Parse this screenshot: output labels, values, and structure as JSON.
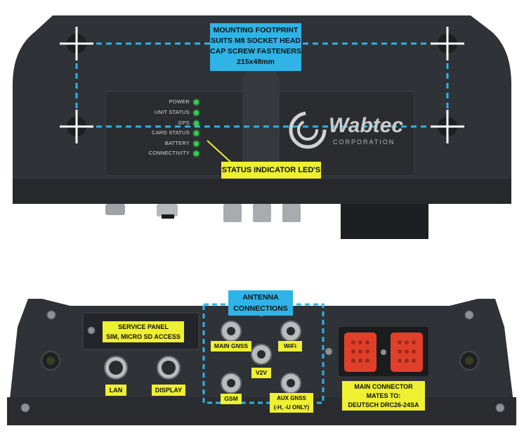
{
  "top_view": {
    "mounting_callout": [
      "MOUNTING FOOTPRINT",
      "SUITS M8 SOCKET HEAD",
      "CAP SCREW FASTENERS",
      "215x48mm"
    ],
    "status_callout": "STATUS INDICATOR LED'S",
    "leds": [
      "POWER",
      "UNIT STATUS",
      "GPS",
      "CARD STATUS",
      "BATTERY",
      "CONNECTIVITY"
    ],
    "brand_name": "Wabtec",
    "brand_sub": "CORPORATION"
  },
  "front_view": {
    "antenna_callout": [
      "ANTENNA",
      "CONNECTIONS"
    ],
    "service_callout": [
      "SERVICE PANEL",
      "SIM, MICRO SD ACCESS"
    ],
    "ports": {
      "lan": "LAN",
      "display": "DISPLAY",
      "main_gnss": "MAIN GNSS",
      "wifi": "WiFi",
      "v2v": "V2V",
      "gsm": "GSM",
      "aux_gnss": [
        "AUX GNSS",
        "(-H, -U ONLY)"
      ]
    },
    "main_connector_callout": [
      "MAIN CONNECTOR",
      "MATES TO:",
      "DEUTSCH DRC26-24SA"
    ]
  },
  "colors": {
    "body": "#2d2f33",
    "callout_blue": "#2eb4e6",
    "callout_yellow": "#eef032",
    "led_green": "#2ecf4a",
    "connector_red": "#e0402a"
  }
}
